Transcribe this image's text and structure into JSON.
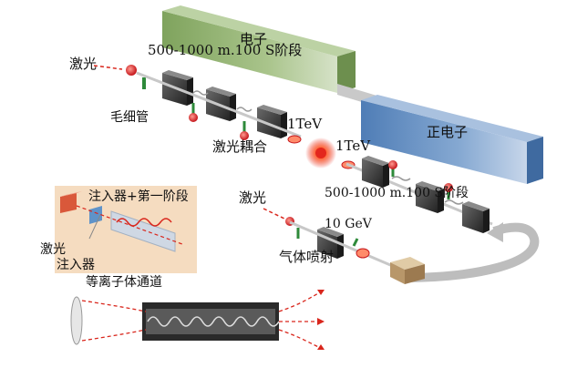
{
  "labels": {
    "electron": "电子",
    "positron": "正电子",
    "laser_top": "激光",
    "stage_electron": "500-1000 m.100 S阶段",
    "capillary": "毛细管",
    "laser_coupling": "激光耦合",
    "tev_left": "1TeV",
    "tev_right": "1TeV",
    "stage_positron": "500-1000 m.100 S阶段",
    "laser_mid": "激光",
    "gev": "10 GeV",
    "gas_jet": "气体喷射",
    "injector_first_stage": "注入器+第一阶段",
    "laser_inset": "激光",
    "injector": "注入器",
    "plasma_channel": "等离子体通道"
  },
  "colors": {
    "electron_beam": "#93b176",
    "positron_beam": "#5d8bc0",
    "inset_bg": "#f5dcc0",
    "laser_dash": "#d9261c",
    "module": "#3a3a3a"
  }
}
